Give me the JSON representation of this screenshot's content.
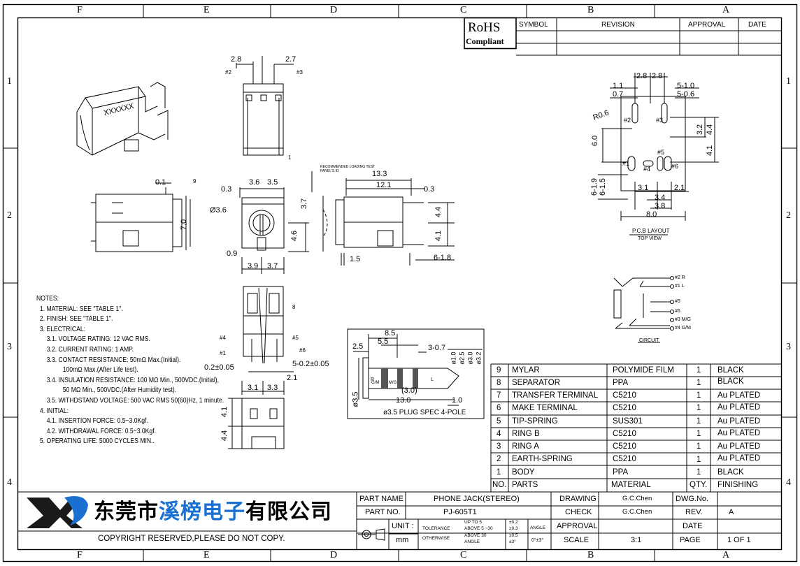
{
  "border": {
    "columns": [
      "F",
      "E",
      "D",
      "C",
      "B",
      "A"
    ],
    "rows": [
      "1",
      "2",
      "3",
      "4"
    ]
  },
  "rohs": {
    "line1": "RoHS",
    "line2": "Compliant"
  },
  "revision_table": {
    "symbol": "SYMBOL",
    "revision": "REVISION",
    "approval": "APPROVAL",
    "date": "DATE"
  },
  "views": {
    "iso_marking": "XXXXXX",
    "front": {
      "d1": "2.8",
      "d2": "2.7",
      "p2": "#2",
      "p3": "#3",
      "pin1": "1"
    },
    "side": {
      "d1": "0.1",
      "d2": "7.0",
      "p9": "9"
    },
    "mid": {
      "d36": "3.6",
      "d35": "3.5",
      "d03": "0.3",
      "ddia": "Ø3.6",
      "d09": "0.9",
      "d46": "4.6",
      "d39": "3.9",
      "d37": "3.7"
    },
    "right": {
      "d133": "13.3",
      "d121": "12.1",
      "d03": "0.3",
      "d37": "3.7",
      "d44": "4.4",
      "d41": "4.1",
      "d15": "1.5",
      "d618": "6-1.8",
      "note": "RECOMMENDED LOADING TEST PANEL'S ID"
    },
    "bottom": {
      "p8": "8",
      "p4": "#4",
      "p5": "#5",
      "p1": "#1",
      "p6": "#6",
      "d02": "0.2±0.05",
      "d502": "5-0.2±0.05",
      "d21": "2.1",
      "d31": "3.1",
      "d33": "3.3",
      "d41": "4.1",
      "d44": "4.4"
    }
  },
  "pcb": {
    "d28a": "2.8",
    "d28b": "2.8",
    "d11": "1.1",
    "d07": "0.7",
    "d510": "5-1.0",
    "d506": "5-0.6",
    "r06": "R0.6",
    "p2": "#2",
    "p3": "#3",
    "d60": "6.0",
    "d32": "3.2",
    "d44": "4.4",
    "d41": "4.1",
    "p1": "#1",
    "p4": "#4",
    "p5": "#5",
    "p6": "#6",
    "d619": "6-1.9",
    "d615": "6-1.5",
    "d31": "3.1",
    "d21": "2.1",
    "d34": "3.4",
    "d38": "3.8",
    "d80": "8.0",
    "title": "P.C.B LAYOUT",
    "subtitle": "TOP VIEW"
  },
  "circuit": {
    "labels": [
      "#2 R",
      "#1 L",
      "#5",
      "#6",
      "#3 M/G",
      "#4 G/M"
    ],
    "title": "CIRCUIT"
  },
  "plug": {
    "d85": "8.5",
    "d55": "5.5",
    "d25": "2.5",
    "d307": "3-0.7",
    "dia10": "ø1.0",
    "dia25": "ø2.5",
    "dia30": "ø3.0",
    "dia32": "ø3.2",
    "r": "R",
    "gm": "G/M",
    "mg": "M/G",
    "l": "L",
    "d30": "(3.0)",
    "d130": "13.0",
    "d10": "1.0",
    "dia35": "ø3.5",
    "caption": "ø3.5 PLUG SPEC 4-POLE"
  },
  "notes": [
    "NOTES:",
    "1. MATERIAL: SEE \"TABLE 1\".",
    "2. FINISH: SEE \"TABLE 1\".",
    "3. ELECTRICAL:",
    "3.1. VOLTAGE RATING: 12 VAC RMS.",
    "3.2. CURRENT RATING: 1 AMP.",
    "3.3. CONTACT RESISTANCE: 50mΩ Max.(Initial).",
    "100mΩ Max.(After Life test).",
    "3.4. INSULATION RESISTANCE: 100 MΩ Min., 500VDC.(Initial),",
    "50 MΩ Min., 500VDC.(After Humidity test).",
    "3.5. WITHDSTAND VOLTAGE: 500 VAC RMS 50(60)Hz, 1 minute.",
    "4. INITIAL:",
    "4.1. INSERTION FORCE: 0.5~3.0Kgf.",
    "4.2. WITHDRAWAL FORCE: 0.5~3.0Kgf.",
    "5. OPERATING LIFE: 5000 CYCLES MIN.."
  ],
  "bom": {
    "rows": [
      {
        "no": "9",
        "part": "MYLAR",
        "material": "POLYMIDE FILM",
        "qty": "1",
        "finish": "BLACK"
      },
      {
        "no": "8",
        "part": "SEPARATOR",
        "material": "PPA",
        "qty": "1",
        "finish": "BLACK"
      },
      {
        "no": "7",
        "part": "TRANSFER TERMINAL",
        "material": "C5210",
        "qty": "1",
        "finish": "Au PLATED"
      },
      {
        "no": "6",
        "part": "MAKE TERMINAL",
        "material": "C5210",
        "qty": "1",
        "finish": "Au PLATED"
      },
      {
        "no": "5",
        "part": "TIP-SPRING",
        "material": "SUS301",
        "qty": "1",
        "finish": "Au PLATED"
      },
      {
        "no": "4",
        "part": "RING B",
        "material": "C5210",
        "qty": "1",
        "finish": "Au PLATED"
      },
      {
        "no": "3",
        "part": "RING A",
        "material": "C5210",
        "qty": "1",
        "finish": "Au PLATED"
      },
      {
        "no": "2",
        "part": "EARTH-SPRING",
        "material": "C5210",
        "qty": "1",
        "finish": "Au PLATED"
      },
      {
        "no": "1",
        "part": "BODY",
        "material": "PPA",
        "qty": "1",
        "finish": "BLACK"
      }
    ],
    "header": {
      "no": "NO.",
      "part": "PARTS",
      "material": "MATERIAL",
      "qty": "QTY.",
      "finish": "FINISHING"
    }
  },
  "title_block": {
    "company_black1": "东莞市",
    "company_blue": "溪榜电子",
    "company_black2": "有限公司",
    "copyright": "COPYRIGHT RESERVED,PLEASE DO NOT COPY.",
    "part_name_label": "PART NAME",
    "part_name": "PHONE JACK(STEREO)",
    "part_no_label": "PART NO.",
    "part_no": "PJ-605T1",
    "unit_label": "UNIT :",
    "unit": "mm",
    "tolerance_label": "TOLERANCE",
    "otherwise": "OTHERWISE",
    "tol_rows": [
      {
        "range": "UP TO 5",
        "tol": "±0.2"
      },
      {
        "range": "ABOVE 5 ~30",
        "tol": "±0.3"
      },
      {
        "range": "ABOVE 30",
        "tol": "±0.5"
      }
    ],
    "angle_small": "ANGLE",
    "angle_tol_small": "±3°",
    "angle_label": "ANGLE",
    "angle_tol": "0°±3°",
    "drawing_label": "DRAWING",
    "drawing": "G.C.Chen",
    "check_label": "CHECK",
    "check": "G.C.Chen",
    "approval_label": "APPROVAL",
    "scale_label": "SCALE",
    "scale": "3:1",
    "dwg_label": "DWG.No.",
    "rev_label": "REV.",
    "rev": "A",
    "date_label": "DATE",
    "page_label": "PAGE",
    "page": "1 OF 1"
  }
}
